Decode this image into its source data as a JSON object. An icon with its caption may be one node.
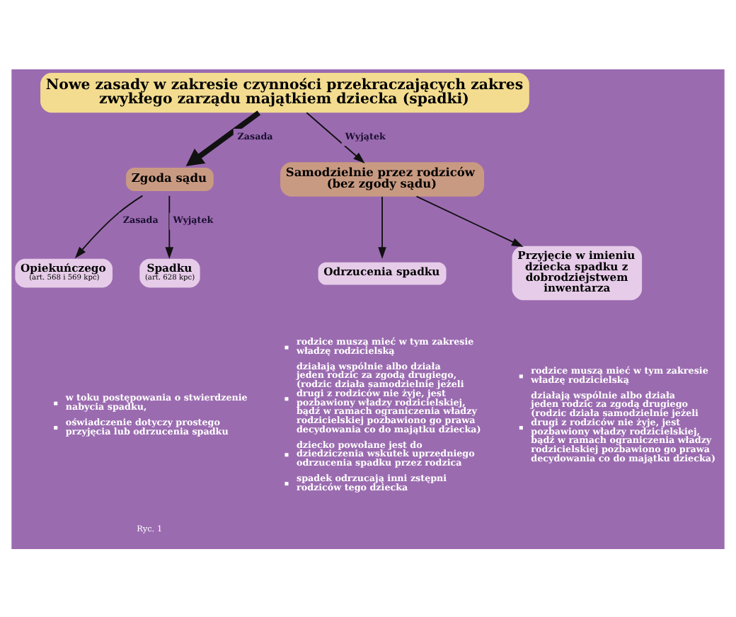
{
  "diagram": {
    "nodes": [
      {
        "text": [
          "Nowe zasady w zakresie czynności przekraczających zakres zwykłego zarządu majątkiem dziecka (spadki)"
        ]
      },
      {
        "text": [
          "Zgoda sądu"
        ]
      },
      {
        "text": [
          "Samodzielnie przez rodziców (bez zgody sądu)"
        ]
      },
      {
        "text": [
          "Opiekuńczego",
          "(art. 568 i 569 kpc)"
        ]
      },
      {
        "text": [
          "Spadku",
          "(art. 628 kpc)"
        ],
        "beside": [
          "w toku postępowania o stwierdzenie nabycia spadku,",
          "oświadczenie dotyczy prostego przyjęcia lub odrzucenia spadku"
        ]
      },
      {
        "text": [
          "Odrzucenia spadku"
        ],
        "beside": [
          "rodzice muszą mieć w tym zakresie władzę rodzicielską",
          "działają wspólnie albo działa jeden rodzic za zgodą drugiego, (rodzic działa samodzielnie jeżeli drugi z rodziców nie żyje, jest pozbawiony władzy rodzicielskiej, bądź w ramach ograniczenia władzy rodzicielskiej pozbawiono go prawa decydowania co do majątku dziecka)",
          "dziecko powołane jest do dziedziczenia wskutek uprzedniego odrzucenia spadku przez rodzica",
          "spadek odrzucają inni zstępni rodziców tego dziecka"
        ]
      },
      {
        "text": [
          "Przyjęcie w imieniu dziecka spadku z dobrodziejstwem inwentarza"
        ],
        "beside": [
          "rodzice muszą mieć w tym zakresie władzę rodzicielską",
          "działają wspólnie albo działa jeden rodzic za zgodą drugiego (rodzic działa samodzielnie jeżeli drugi z rodziców nie żyje, jest pozbawiony władzy rodzicielskiej, bądź w ramach ograniczenia władzy rodzicielskiej pozbawiono go prawa decydowania co do majątku dziecka)"
        ]
      }
    ],
    "edges": [
      {
        "from": 0,
        "to": 1,
        "arrow": "to",
        "label": "Zasada",
        "style": "thick"
      },
      {
        "from": 0,
        "to": 2,
        "arrow": "to",
        "label": "Wyjątek"
      },
      {
        "from": 1,
        "to": 3,
        "arrow": "to",
        "label": "Zasada"
      },
      {
        "from": 1,
        "to": 4,
        "arrow": "to",
        "label": "Wyjątek"
      },
      {
        "from": 2,
        "to": 5,
        "arrow": "to"
      },
      {
        "from": 2,
        "to": 6,
        "arrow": "to"
      }
    ],
    "labels": [
      "Ryc. 1"
    ]
  }
}
